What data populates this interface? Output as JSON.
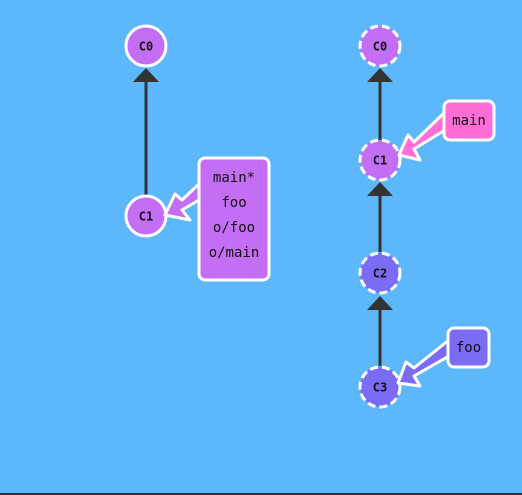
{
  "colors": {
    "background": "#5cb8fa",
    "purple": "#c46ef5",
    "violet": "#7b6cf5",
    "pink": "#ff6ed6",
    "edge": "#333333",
    "stroke": "#ffffff"
  },
  "left_tree": {
    "commits": [
      {
        "id": "c0",
        "label": "C0",
        "color": "purple"
      },
      {
        "id": "c1",
        "label": "C1",
        "color": "purple"
      }
    ],
    "refs": [
      {
        "id": "multi",
        "lines": [
          "main*",
          "foo",
          "o/foo",
          "o/main"
        ],
        "color": "purple",
        "target": "c1"
      }
    ]
  },
  "right_tree": {
    "commits": [
      {
        "id": "c0",
        "label": "C0",
        "color": "purple"
      },
      {
        "id": "c1",
        "label": "C1",
        "color": "purple"
      },
      {
        "id": "c2",
        "label": "C2",
        "color": "violet"
      },
      {
        "id": "c3",
        "label": "C3",
        "color": "violet"
      }
    ],
    "refs": [
      {
        "id": "main",
        "lines": [
          "main"
        ],
        "color": "pink",
        "target": "c1"
      },
      {
        "id": "foo",
        "lines": [
          "foo"
        ],
        "color": "violet",
        "target": "c3"
      }
    ]
  }
}
